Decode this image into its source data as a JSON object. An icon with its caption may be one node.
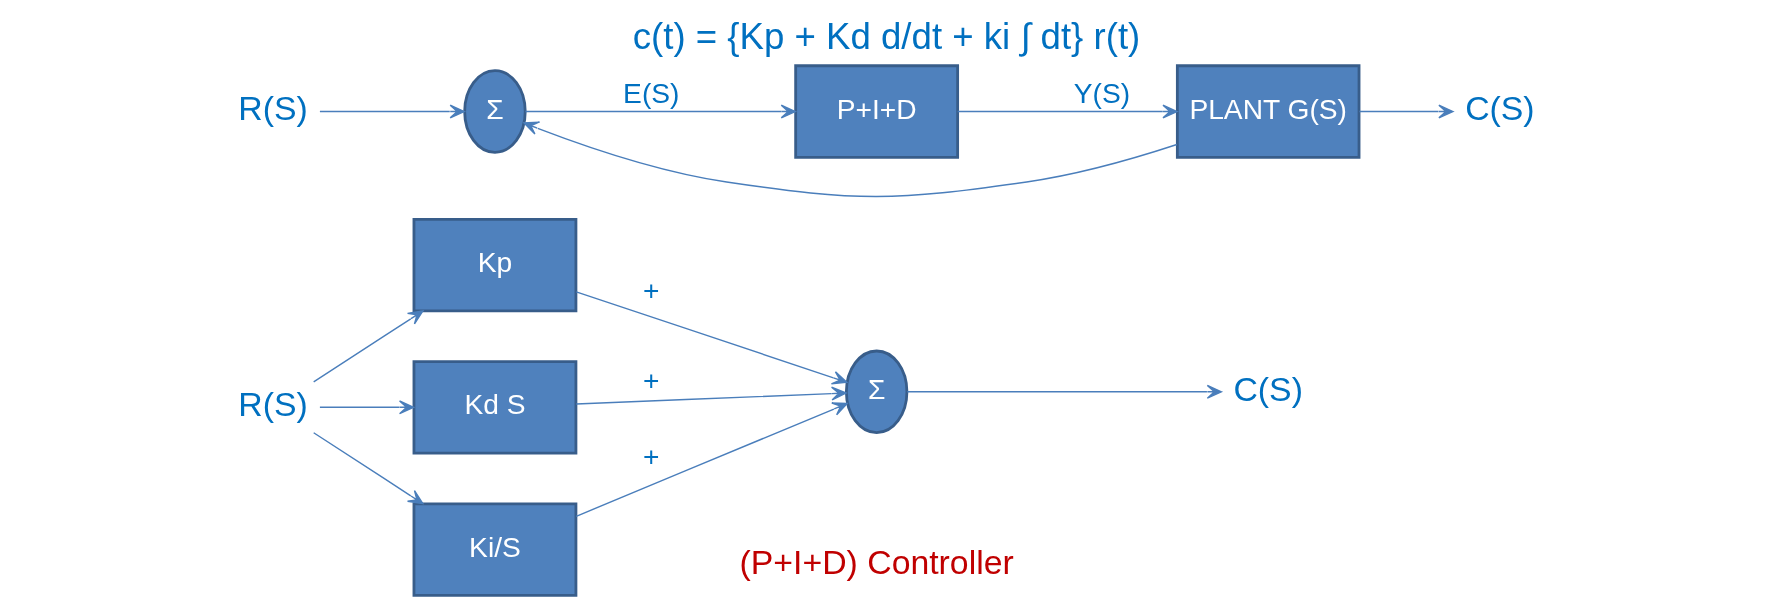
{
  "diagram": {
    "title": "c(t) = {Kp + Kd d/dt + ki ∫ dt} r(t)",
    "caption": "(P+I+D) Controller",
    "nodes": [
      {
        "text": [
          "R(S)"
        ]
      },
      {
        "text": [
          "Kp"
        ]
      },
      {
        "text": [
          "Kd S"
        ]
      },
      {
        "text": [
          "Ki/S"
        ]
      },
      {
        "text": [
          "Σ"
        ]
      },
      {
        "text": [
          "C(S)"
        ]
      },
      {
        "text": [
          "R(S)"
        ]
      },
      {
        "text": [
          "Σ"
        ]
      },
      {
        "text": [
          "P+I+D"
        ]
      },
      {
        "text": [
          "PLANT G(S)"
        ]
      },
      {
        "text": [
          "C(S)"
        ]
      }
    ],
    "edges": [
      {
        "from": 0,
        "to": 1,
        "arrow": "to"
      },
      {
        "from": 0,
        "to": 2,
        "arrow": "to"
      },
      {
        "from": 0,
        "to": 3,
        "arrow": "to"
      },
      {
        "from": 1,
        "to": 4,
        "arrow": "to",
        "label": "+"
      },
      {
        "from": 2,
        "to": 4,
        "arrow": "to",
        "label": "+"
      },
      {
        "from": 3,
        "to": 4,
        "arrow": "to",
        "label": "+"
      },
      {
        "from": 4,
        "to": 5,
        "arrow": "to"
      },
      {
        "from": 6,
        "to": 7,
        "arrow": "to"
      },
      {
        "from": 7,
        "to": 8,
        "arrow": "to",
        "label": "E(S)"
      },
      {
        "from": 8,
        "to": 9,
        "arrow": "to",
        "label": "Y(S)"
      },
      {
        "from": 9,
        "to": 10,
        "arrow": "to"
      },
      {
        "from": 9,
        "to": 7,
        "arrow": "to"
      }
    ]
  }
}
